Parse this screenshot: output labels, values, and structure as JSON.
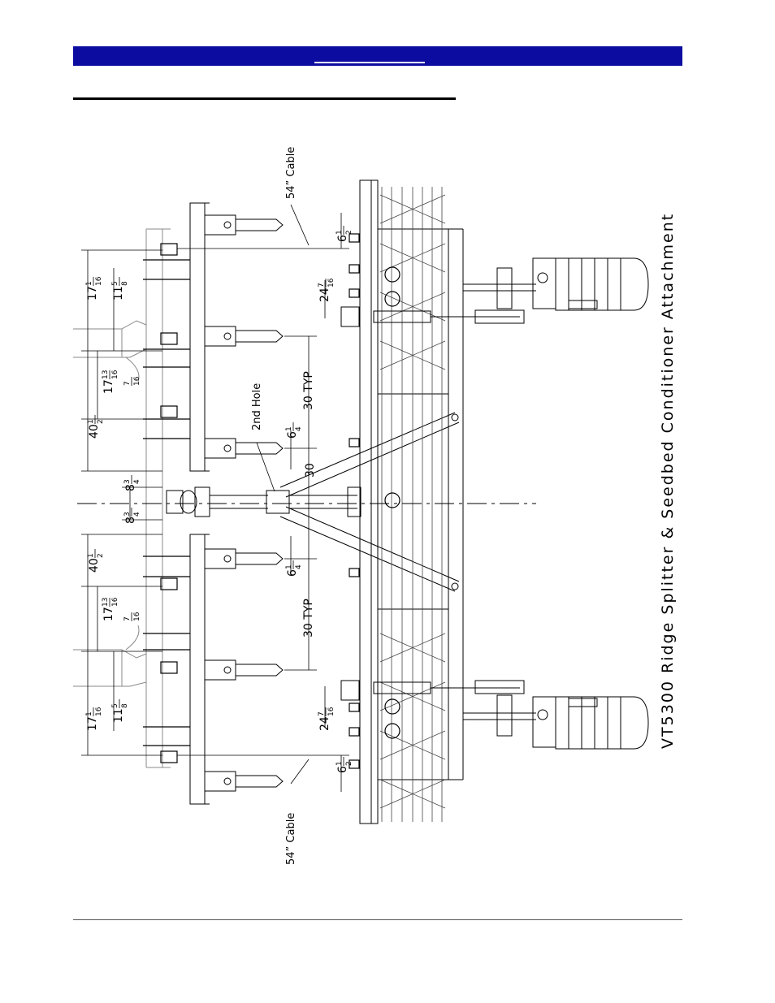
{
  "header": {
    "color": "#0c0ca0"
  },
  "caption": "VT5300  Ridge  Splitter  &  Seedbed  Conditioner  Attachment",
  "labels": {
    "cable_top": "54”  Cable",
    "cable_bottom": "54”  Cable",
    "hole": "2nd  Hole",
    "typ_top": "30  TYP",
    "typ_bottom": "30  TYP",
    "center_30": "30"
  },
  "dims": {
    "d17_top": {
      "whole": "17",
      "num": "1",
      "den": "16"
    },
    "d11_top": {
      "whole": "11",
      "num": "5",
      "den": "8"
    },
    "d17b_top": {
      "whole": "17",
      "num": "13",
      "den": "16"
    },
    "d7_top": {
      "whole": "",
      "num": "7",
      "den": "16"
    },
    "d40_top": {
      "whole": "40",
      "num": "1",
      "den": "2"
    },
    "d8_top": {
      "whole": "8",
      "num": "3",
      "den": "4"
    },
    "d8_bot": {
      "whole": "8",
      "num": "3",
      "den": "4"
    },
    "d40_bot": {
      "whole": "40",
      "num": "1",
      "den": "2"
    },
    "d17b_bot": {
      "whole": "17",
      "num": "13",
      "den": "16"
    },
    "d7_bot": {
      "whole": "",
      "num": "7",
      "den": "16"
    },
    "d17_bot": {
      "whole": "17",
      "num": "1",
      "den": "16"
    },
    "d11_bot": {
      "whole": "11",
      "num": "5",
      "den": "8"
    },
    "d6_top": {
      "whole": "6",
      "num": "1",
      "den": "2"
    },
    "d24_top": {
      "whole": "24",
      "num": "7",
      "den": "16"
    },
    "d6q_top": {
      "whole": "6",
      "num": "1",
      "den": "4"
    },
    "d6q_bot": {
      "whole": "6",
      "num": "1",
      "den": "4"
    },
    "d24_bot": {
      "whole": "24",
      "num": "7",
      "den": "16"
    },
    "d6_bot": {
      "whole": "6",
      "num": "1",
      "den": "2"
    }
  }
}
